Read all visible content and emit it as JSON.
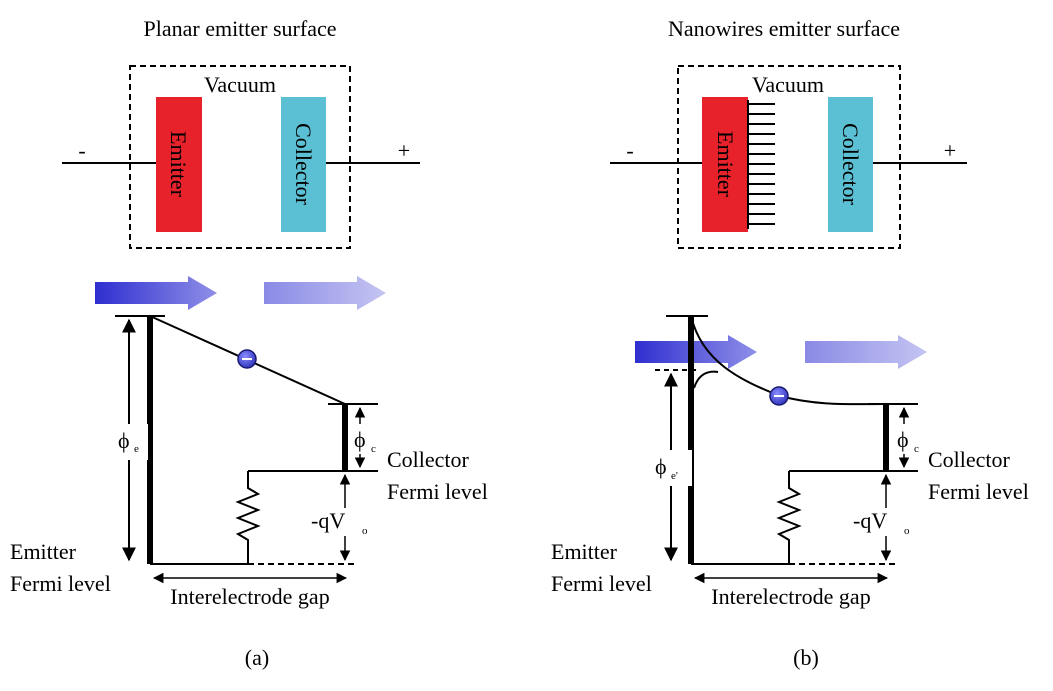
{
  "colors": {
    "emitter": "#e8222b",
    "collector": "#5cc0d4",
    "electron": "#3a3fd0",
    "arrow_strong": "#4a4ad8",
    "arrow_light": "#9a9ae8"
  },
  "panel_a": {
    "title": "Planar emitter surface",
    "vacuum": "Vacuum",
    "emitter": "Emitter",
    "collector": "Collector",
    "minus": "-",
    "plus": "+",
    "phi_symbol": "ϕ",
    "phi_e_sub": "e",
    "phi_c_sub": "c",
    "qv": "-qV",
    "qv_sub": "o",
    "collector_fermi_1": "Collector",
    "collector_fermi_2": "Fermi level",
    "emitter_fermi_1": "Emitter",
    "emitter_fermi_2": "Fermi level",
    "gap": "Interelectrode gap",
    "caption": "(a)"
  },
  "panel_b": {
    "title": "Nanowires emitter surface",
    "vacuum": "Vacuum",
    "emitter": "Emitter",
    "collector": "Collector",
    "minus": "-",
    "plus": "+",
    "phi_symbol": "ϕ",
    "phi_e_sub": "e'",
    "phi_c_sub": "c",
    "qv": "-qV",
    "qv_sub": "o",
    "collector_fermi_1": "Collector",
    "collector_fermi_2": "Fermi level",
    "emitter_fermi_1": "Emitter",
    "emitter_fermi_2": "Fermi level",
    "gap": "Interelectrode gap",
    "caption": "(b)"
  }
}
